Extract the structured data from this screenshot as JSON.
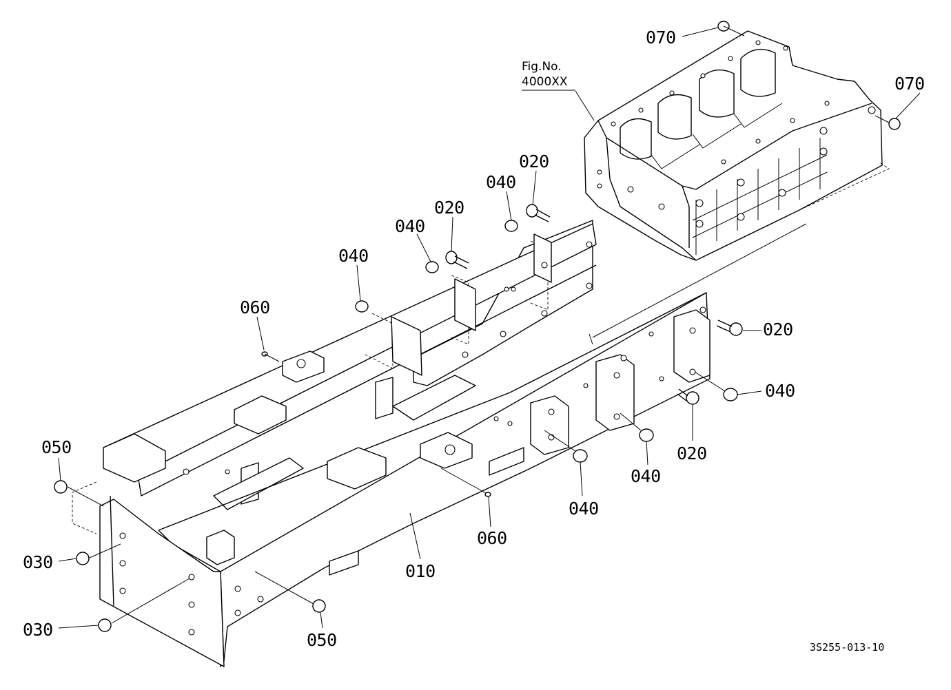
{
  "diagram": {
    "figure_reference": {
      "line1": "Fig.No.",
      "line2": "4000XX"
    },
    "drawing_code": "3S255-013-10",
    "part_labels": [
      {
        "id": "p070a",
        "text": "070"
      },
      {
        "id": "p070b",
        "text": "070"
      },
      {
        "id": "p020a",
        "text": "020"
      },
      {
        "id": "p040a",
        "text": "040"
      },
      {
        "id": "p020b",
        "text": "020"
      },
      {
        "id": "p040b",
        "text": "040"
      },
      {
        "id": "p040c",
        "text": "040"
      },
      {
        "id": "p060a",
        "text": "060"
      },
      {
        "id": "p020c",
        "text": "020"
      },
      {
        "id": "p040d",
        "text": "040"
      },
      {
        "id": "p020d",
        "text": "020"
      },
      {
        "id": "p040e",
        "text": "040"
      },
      {
        "id": "p040f",
        "text": "040"
      },
      {
        "id": "p050a",
        "text": "050"
      },
      {
        "id": "p060b",
        "text": "060"
      },
      {
        "id": "p010",
        "text": "010"
      },
      {
        "id": "p030a",
        "text": "030"
      },
      {
        "id": "p030b",
        "text": "030"
      },
      {
        "id": "p050b",
        "text": "050"
      }
    ]
  }
}
